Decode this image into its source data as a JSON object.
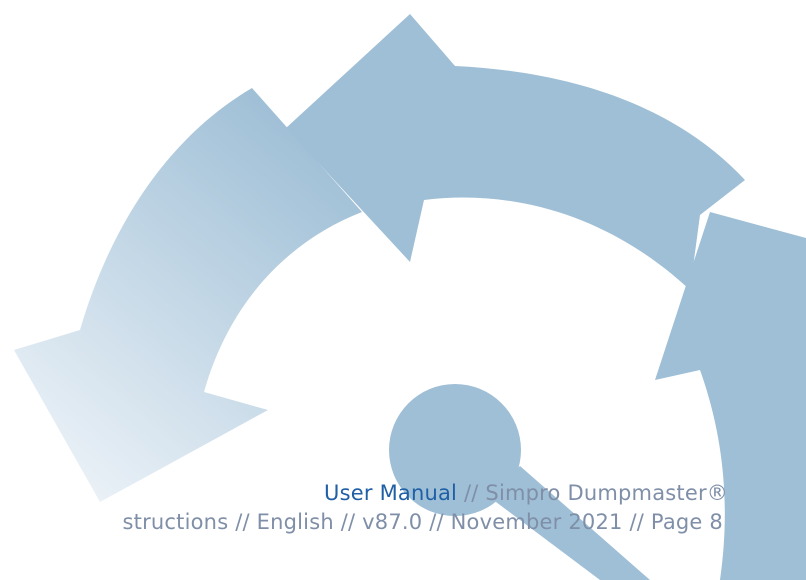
{
  "footer": {
    "document_type": "User Manual",
    "separator": " // ",
    "product": "Simpro Dumpmaster®",
    "details": "structions // English // v87.0 // November 2021 // Page 8"
  },
  "graphic": {
    "icon": "cycle-arrows-icon",
    "primary_color": "#9fbfd6",
    "fade_color": "#e8f0f6",
    "accent_color": "#1f5fa5",
    "text_color": "#7f8fa8"
  }
}
